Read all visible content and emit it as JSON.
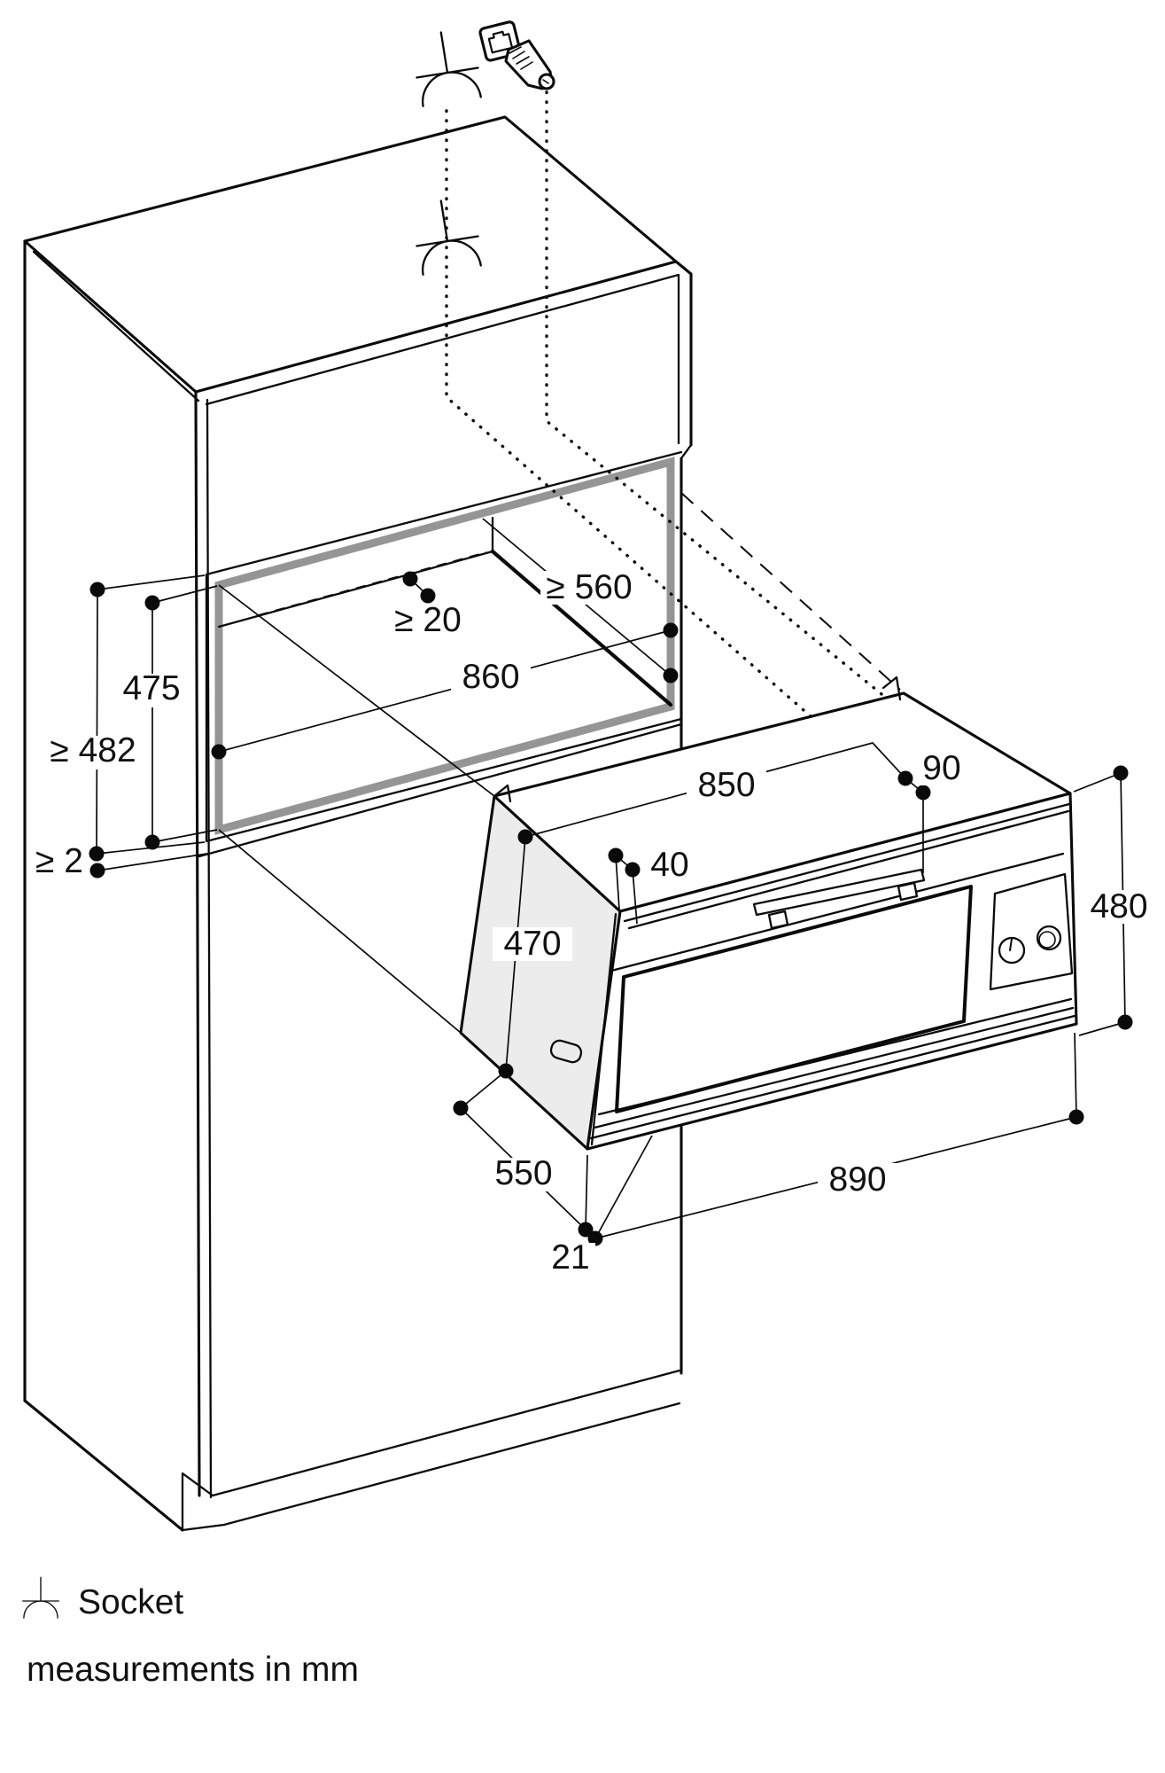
{
  "drawing": {
    "kind": "built-in oven installation diagram"
  },
  "dimensions": {
    "niche_depth": "≥ 560",
    "wall_gap": "≥ 20",
    "niche_width": "860",
    "niche_inner_height": "475",
    "niche_outer_height": "≥ 482",
    "bottom_clearance": "≥ 2",
    "oven_body_width": "850",
    "socket_offset": "90",
    "top_offset": "40",
    "oven_body_height": "470",
    "oven_front_height": "480",
    "oven_body_depth": "550",
    "oven_front_width": "890",
    "door_proud_depth": "21"
  },
  "legend": {
    "socket_label": "Socket",
    "units_note": "measurements in mm"
  },
  "icons": {
    "socket_symbol": "socket-outlet-symbol",
    "plug": "power-plug-with-outlet",
    "dots": "dimension-endpoint-dot"
  },
  "colors": {
    "line": "#0a0a0a",
    "niche_frame": "#959595",
    "oven_side_fill": "#ececec",
    "background": "#ffffff"
  }
}
